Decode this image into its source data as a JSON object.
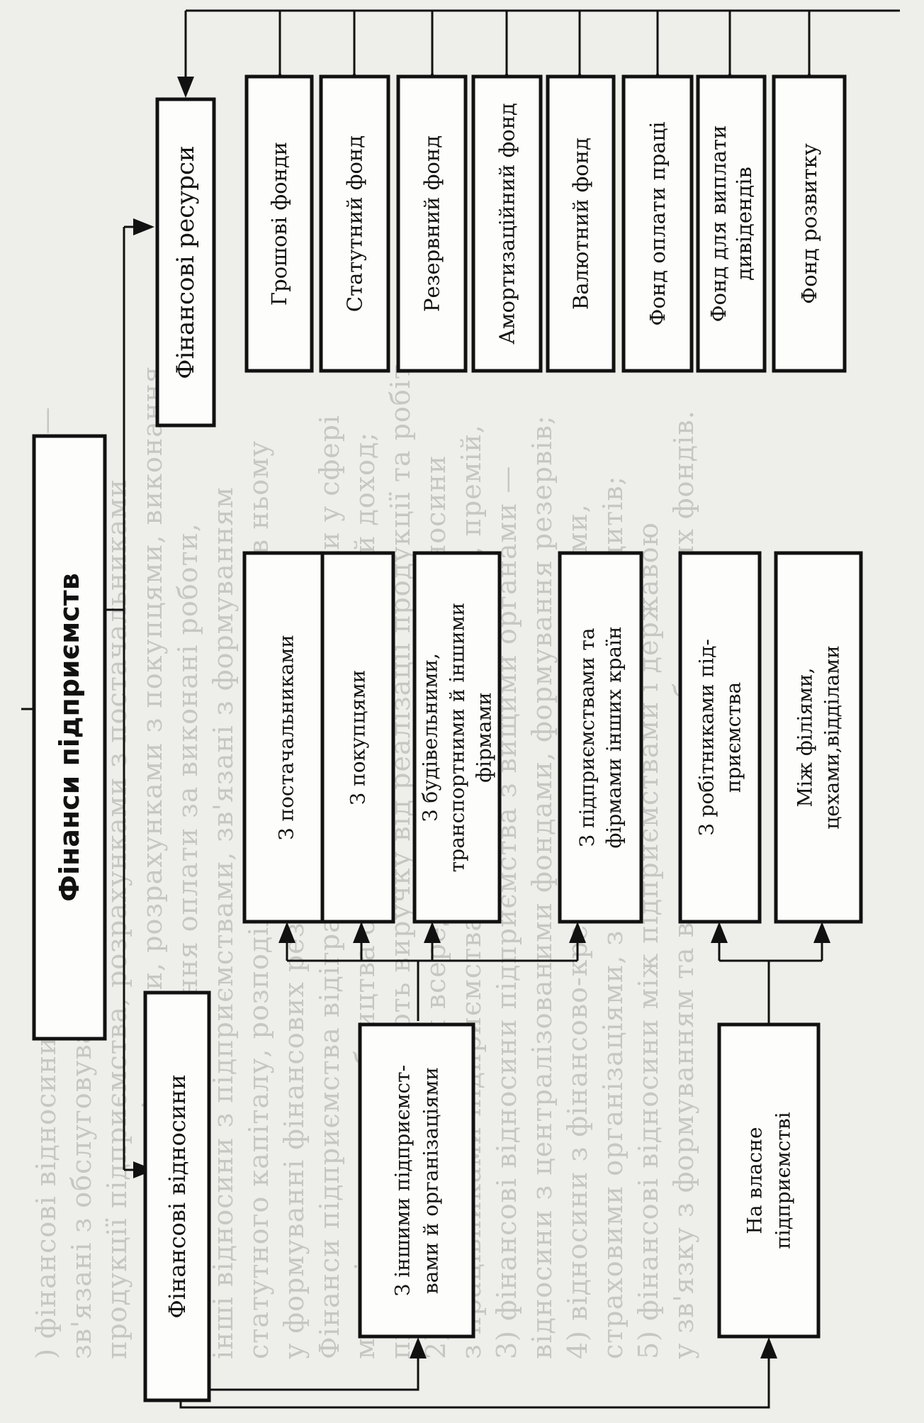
{
  "root": {
    "title": "Фінанси підприємств"
  },
  "branches": {
    "resources": {
      "title": "Фінансові ресурси",
      "items": [
        [
          "Грошові фонди"
        ],
        [
          "Статутний фонд"
        ],
        [
          "Резервний фонд"
        ],
        [
          "Амортизаційний фонд"
        ],
        [
          "Валютний фонд"
        ],
        [
          "Фонд оплати праці"
        ],
        [
          "Фонд для виплати",
          "дивідендів"
        ],
        [
          "Фонд розвитку"
        ]
      ]
    },
    "relations": {
      "title": "Фінансові відносини",
      "groups": [
        {
          "label": [
            "З іншими підприємст-",
            "вами й організаціями"
          ],
          "items": [
            [
              "З постачальниками"
            ],
            [
              "З покупцями"
            ],
            [
              "З будівельними,",
              "транспортними й іншими",
              "фірмами"
            ],
            [
              "З підприємствами та",
              "фірмами інших країн"
            ]
          ]
        },
        {
          "label": [
            "На власне",
            "підприємстві"
          ],
          "items": [
            [
              "З робітниками під-",
              "приємства"
            ],
            [
              "Між філіями,",
              "цехами,відділами"
            ]
          ]
        }
      ]
    }
  },
  "background_text": [
    ") фінансові відносини підприємств з іншими підприємствами —",
    "зв'язані з обслуговуванням процесу виробництва і реалізації",
    "продукції підприємства, розрахунками з постачальниками",
    "за товари, надані послуги, розрахунками з покупцями, виконання",
    "робіт, з приводу здійснення оплати за виконані роботи, ",
    "інші відносини з підприємствами, зв'язані з формуванням",
    "статутного капіталу, розподілом прибутку та участю в ньому",
    "у формуванні фінансових результатів діяльності; ",
    "Фінанси підприємства відіграють першу роль, оскільки у сфері",
    "матеріального виробництва створюється національний доход;",
    "підприємства одержують виручку від реалізації продукції та робіт;",
    "2) фінансові відносини всередині підприємства — відносини",
    "з працівниками підприємства з приводу оплати праці, премій,",
    "3) фінансові відносини підприємства з вищими органами —",
    "відносини з централізованими фондами, формування резервів;",
    "4) відносини з фінансово-кредитною системою, банками,",
    "страховими організаціями, з приводу одержання кредитів;",
    "5) фінансові відносини між підприємствами і державою",
    "у зв'язку з формуванням та використанням бюджетних фондів."
  ]
}
